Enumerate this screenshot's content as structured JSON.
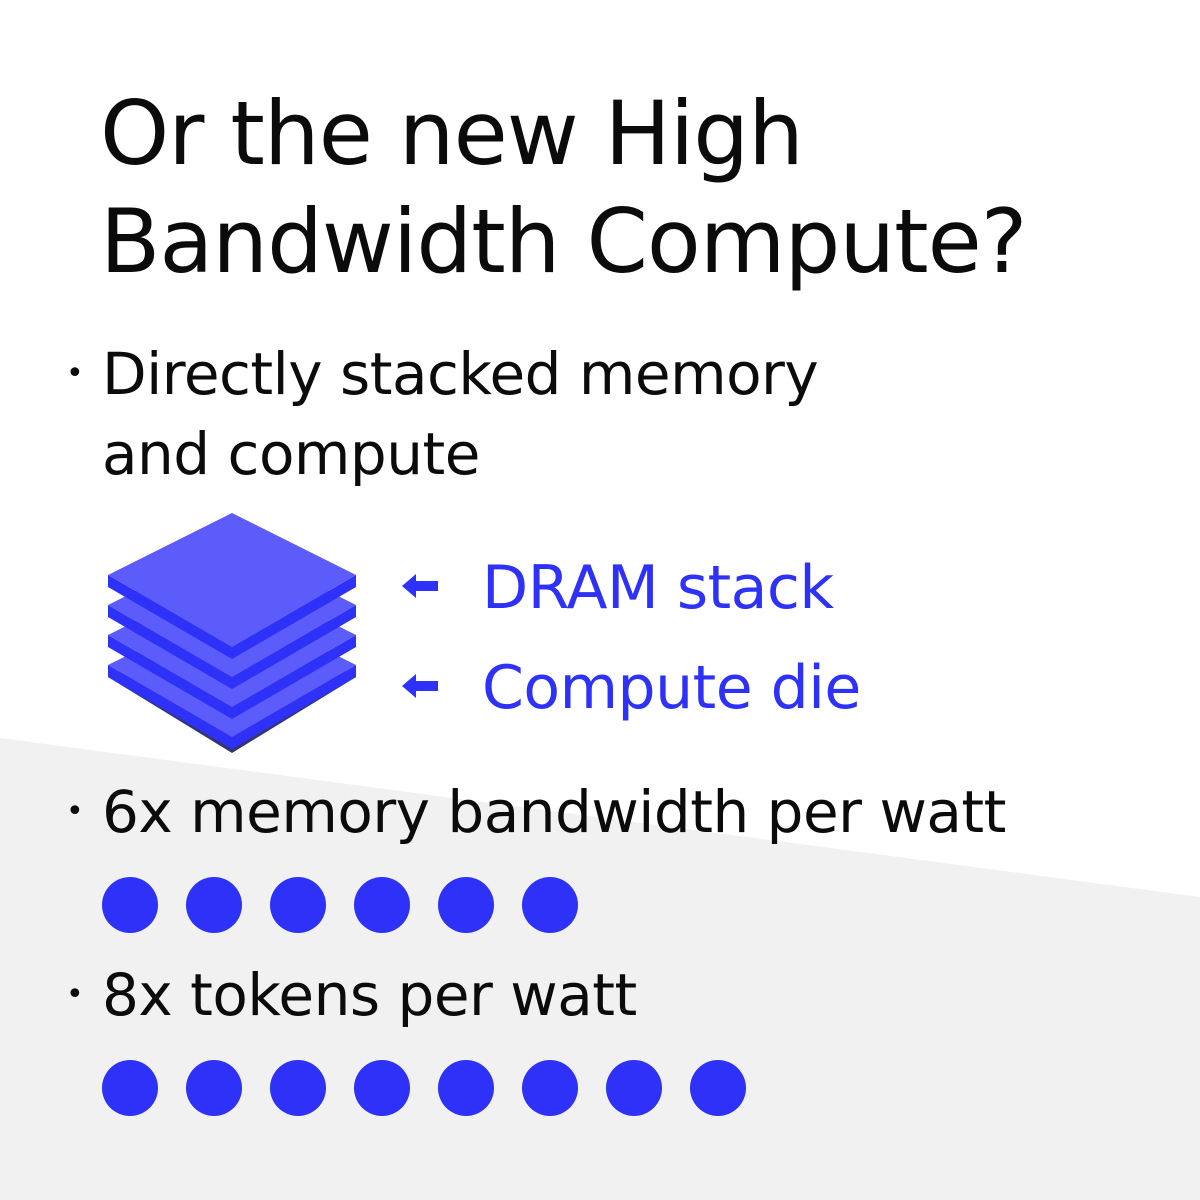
{
  "title": "Or the new High\nBandwidth Compute?",
  "bullet_symbol": "•",
  "bullets": [
    {
      "text": "Directly stacked memory\nand compute"
    },
    {
      "text": "6x memory bandwidth per watt"
    },
    {
      "text": "8x tokens per watt"
    }
  ],
  "labels": {
    "dram": "DRAM stack",
    "compute": "Compute die",
    "arrow_glyph": "🠘"
  },
  "dot_rows": {
    "bandwidth_count": 6,
    "tokens_count": 8
  },
  "colors": {
    "accent": "#2e31f7",
    "stack_top": "#5b5cfa",
    "stack_side": "#2e31f7",
    "stack_dark": "#343572",
    "background_wedge": "#f0f1f0",
    "text": "#0b0b0b"
  },
  "icons": {
    "stack": "layered-chip-stack-icon",
    "arrow": "arrow-left-icon",
    "dot": "filled-circle-icon"
  }
}
